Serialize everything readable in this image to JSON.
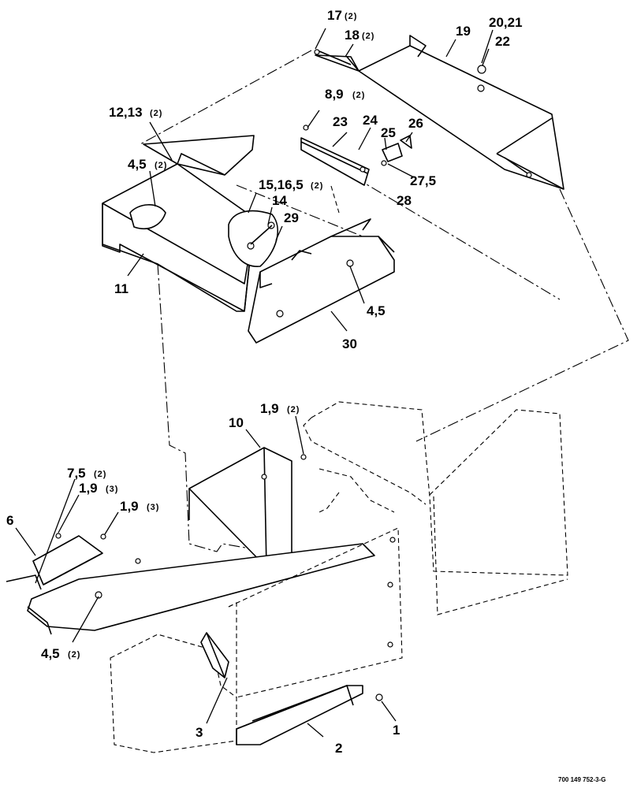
{
  "callouts": {
    "c17": {
      "num": "17",
      "qty": "(2)"
    },
    "c18": {
      "num": "18",
      "qty": "(2)"
    },
    "c19": {
      "num": "19",
      "qty": ""
    },
    "c20": {
      "num": "20,21",
      "qty": ""
    },
    "c22": {
      "num": "22",
      "qty": ""
    },
    "c8": {
      "num": "8,9",
      "qty": "(2)"
    },
    "c12": {
      "num": "12,13",
      "qty": "(2)"
    },
    "c23": {
      "num": "23",
      "qty": ""
    },
    "c24": {
      "num": "24",
      "qty": ""
    },
    "c25": {
      "num": "25",
      "qty": ""
    },
    "c26": {
      "num": "26",
      "qty": ""
    },
    "c27": {
      "num": "27,5",
      "qty": ""
    },
    "c28": {
      "num": "28",
      "qty": ""
    },
    "c4a": {
      "num": "4,5",
      "qty": "(2)"
    },
    "c15": {
      "num": "15,16,5",
      "qty": "(2)"
    },
    "c14": {
      "num": "14",
      "qty": ""
    },
    "c29": {
      "num": "29",
      "qty": ""
    },
    "c11": {
      "num": "11",
      "qty": ""
    },
    "c4b": {
      "num": "4,5",
      "qty": ""
    },
    "c30": {
      "num": "30",
      "qty": ""
    },
    "c10": {
      "num": "10",
      "qty": ""
    },
    "c1a": {
      "num": "1,9",
      "qty": "(2)"
    },
    "c7": {
      "num": "7,5",
      "qty": "(2)"
    },
    "c1b": {
      "num": "1,9",
      "qty": "(3)"
    },
    "c1c": {
      "num": "1,9",
      "qty": "(3)"
    },
    "c6": {
      "num": "6",
      "qty": ""
    },
    "c4c": {
      "num": "4,5",
      "qty": "(2)"
    },
    "c3": {
      "num": "3",
      "qty": ""
    },
    "c2": {
      "num": "2",
      "qty": ""
    },
    "c1d": {
      "num": "1",
      "qty": ""
    }
  },
  "drawing_number": "700 149 752-3-G"
}
